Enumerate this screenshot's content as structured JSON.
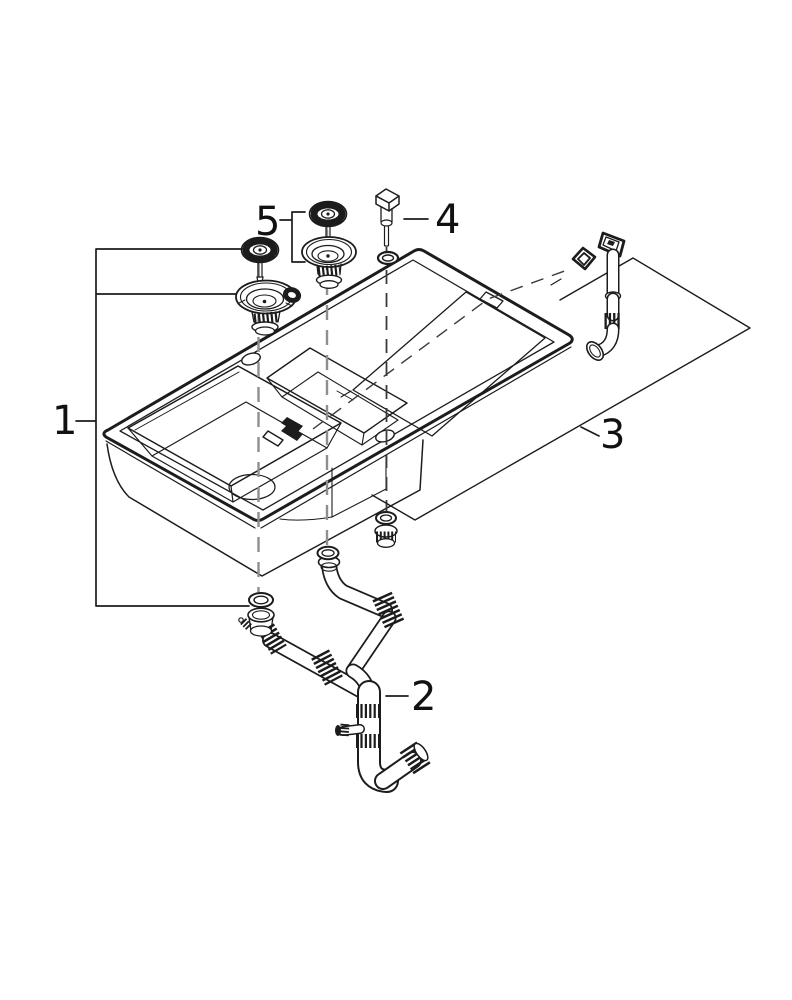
{
  "diagram": {
    "type": "exploded-view-parts-diagram",
    "background_color": "#ffffff",
    "line_color": "#1c1c1c",
    "guide_line_color": "#8f8f8f",
    "callouts": [
      {
        "label": "1"
      },
      {
        "label": "2"
      },
      {
        "label": "3"
      },
      {
        "label": "4"
      },
      {
        "label": "5"
      }
    ]
  }
}
